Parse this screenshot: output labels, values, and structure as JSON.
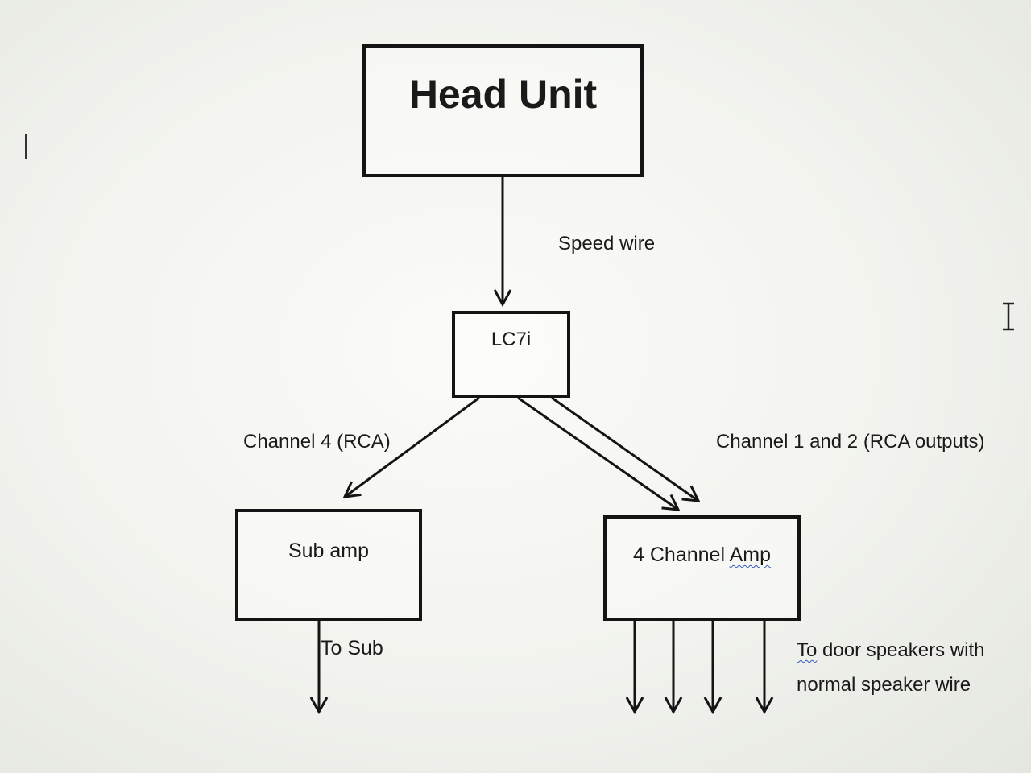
{
  "nodes": {
    "head_unit": "Head Unit",
    "lc7i": "LC7i",
    "sub_amp": "Sub amp",
    "four_channel_amp_prefix": "4 Channel ",
    "four_channel_amp_word": "Amp"
  },
  "edges": {
    "speed_wire": "Speed wire",
    "channel_4": "Channel 4 (RCA)",
    "channel_1_2": "Channel 1 and 2 (RCA outputs)",
    "to_sub": "To Sub",
    "to_door_line1_first": "To",
    "to_door_line1_rest": " door speakers with",
    "to_door_line2": "normal speaker wire"
  },
  "colors": {
    "line": "#141414",
    "spellcheck": "#3a5bbf"
  }
}
